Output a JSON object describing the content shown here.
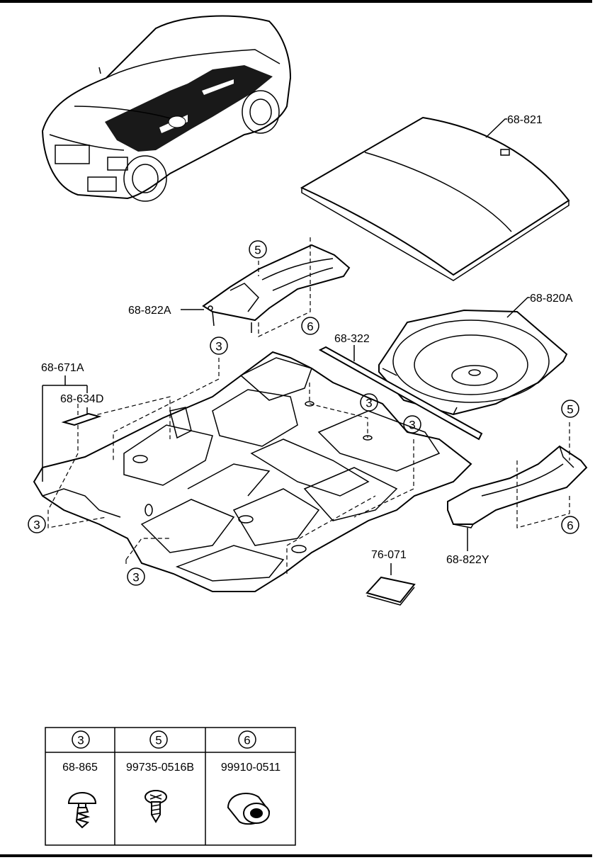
{
  "callouts": {
    "c3_a": "3",
    "c3_b": "3",
    "c3_c": "3",
    "c3_d": "3",
    "c3_e": "3",
    "c5_a": "5",
    "c5_b": "5",
    "c6_a": "6",
    "c6_b": "6"
  },
  "parts": {
    "p68_821": "68-821",
    "p68_822A": "68-822A",
    "p68_820A": "68-820A",
    "p68_322": "68-322",
    "p68_671A": "68-671A",
    "p68_634D": "68-634D",
    "p68_822Y": "68-822Y",
    "p76_071": "76-071"
  },
  "fastener_table": {
    "columns": [
      {
        "key": "3",
        "part_no": "68-865"
      },
      {
        "key": "5",
        "part_no": "99735-0516B"
      },
      {
        "key": "6",
        "part_no": "99910-0511"
      }
    ]
  }
}
